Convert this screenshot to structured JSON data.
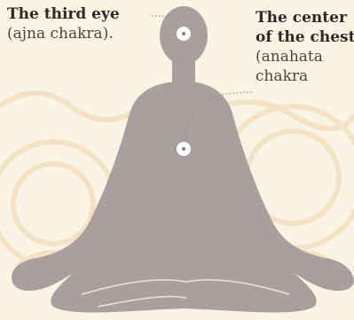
{
  "labels": {
    "third_eye": {
      "title": "The third eye",
      "note": "(ajna chakra)."
    },
    "chest": {
      "title_line1": "The center",
      "title_line2": "of the chest",
      "note_line1": "(anahata",
      "note_line2": "chakra"
    }
  },
  "colors": {
    "background": "#fbf3e4",
    "ornament": "#f1dfbf",
    "figure": "#aa9f9c",
    "leader_line": "#9a8e84",
    "marker": "#ffffff"
  }
}
